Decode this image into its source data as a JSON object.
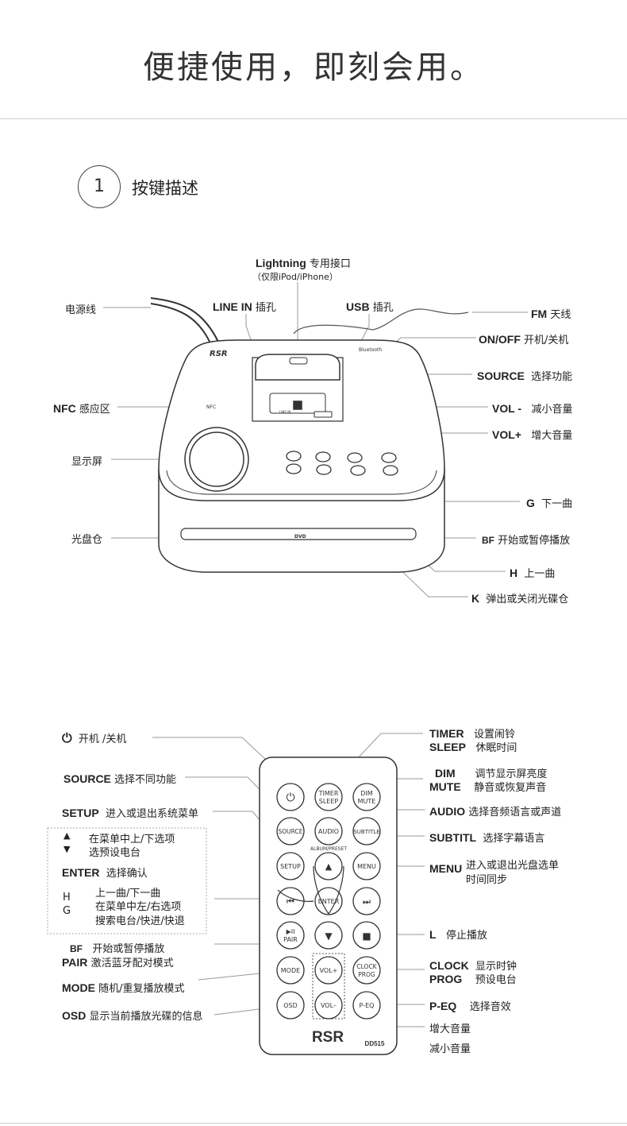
{
  "page_title": "便捷使用，即刻会用。",
  "section": {
    "number": "1",
    "title": "按键描述"
  },
  "device": {
    "brand": "RSR",
    "bluetooth_text": "Bluetooth",
    "nfc_text": "NFC",
    "dvd_text": "DVD",
    "line_in_text": "LINE IN",
    "callouts": {
      "lightning_key": "Lightning",
      "lightning_desc": "专用接口",
      "lightning_note": "（仅限iPod/iPhone）",
      "power_cord": "电源线",
      "line_in_key": "LINE IN",
      "line_in_desc": "插孔",
      "usb_key": "USB",
      "usb_desc": "插孔",
      "fm_key": "FM",
      "fm_desc": "天线",
      "onoff_key": "ON/OFF",
      "onoff_desc": "开机/关机",
      "source_key": "SOURCE",
      "source_desc": "选择功能",
      "nfc_key": "NFC",
      "nfc_desc": "感应区",
      "volminus_key": "VOL -",
      "volminus_desc": "减小音量",
      "volplus_key": "VOL+",
      "volplus_desc": "增大音量",
      "display": "显示屏",
      "g_key": "G",
      "g_desc": "下一曲",
      "disc_tray": "光盘仓",
      "bf_key": "BF",
      "bf_desc": "开始或暂停播放",
      "h_key": "H",
      "h_desc": "上一曲",
      "k_key": "K",
      "k_desc": "弹出或关闭光碟仓"
    }
  },
  "remote": {
    "model": "DD515",
    "brand": "RSR",
    "buttons": {
      "power": "⏻",
      "timer": "TIMER",
      "sleep": "SLEEP",
      "dim": "DIM",
      "mute": "MUTE",
      "source": "SOURCE",
      "audio": "AUDIO",
      "subtitle": "SUBTITLE",
      "album_preset": "ALBUM/PRESET",
      "setup": "SETUP",
      "up": "▲",
      "menu": "MENU",
      "prev": "⏮",
      "enter": "ENTER",
      "next": "⏭",
      "playpause": "▶II",
      "pair": "PAIR",
      "down": "▼",
      "stop": "■",
      "mode": "MODE",
      "volplus": "VOL+",
      "clock": "CLOCK",
      "prog": "PROG",
      "osd": "OSD",
      "volminus": "VOL–",
      "peq": "P-EQ"
    },
    "callouts": {
      "power_desc": "开机 /关机",
      "source_key": "SOURCE",
      "source_desc": "选择不同功能",
      "setup_key": "SETUP",
      "setup_desc": "进入或退出系统菜单",
      "up_arrow": "▲",
      "down_arrow": "▼",
      "nav_up": "在菜单中上/下选项",
      "nav_down": "选预设电台",
      "enter_key": "ENTER",
      "enter_desc": "选择确认",
      "h_key": "H",
      "g_key": "G",
      "hg_line1": "上一曲/下一曲",
      "hg_line2": "在菜单中左/右选项",
      "hg_line3": "搜索电台/快进/快退",
      "bf_key": "BF",
      "bf_desc": "开始或暂停播放",
      "pair_key": "PAIR",
      "pair_desc": "激活蓝牙配对模式",
      "mode_key": "MODE",
      "mode_desc": "随机/重复播放模式",
      "osd_key": "OSD",
      "osd_desc": "显示当前播放光碟的信息",
      "timer_key": "TIMER",
      "timer_desc": "设置闹铃",
      "sleep_key": "SLEEP",
      "sleep_desc": "休眠时间",
      "dim_key": "DIM",
      "dim_desc": "调节显示屏亮度",
      "mute_key": "MUTE",
      "mute_desc": "静音或恢复声音",
      "audio_key": "AUDIO",
      "audio_desc": "选择音频语言或声道",
      "subtitl_key": "SUBTITL",
      "subtitl_desc": "选择字幕语言",
      "menu_key": "MENU",
      "menu_desc1": "进入或退出光盘选单",
      "menu_desc2": "时间同步",
      "l_key": "L",
      "l_desc": "停止播放",
      "clock_key": "CLOCK",
      "clock_desc": "显示时钟",
      "prog_key": "PROG",
      "prog_desc": "预设电台",
      "peq_key": "P-EQ",
      "peq_desc": "选择音效",
      "vol_up_desc": "增大音量",
      "vol_down_desc": "减小音量"
    }
  }
}
